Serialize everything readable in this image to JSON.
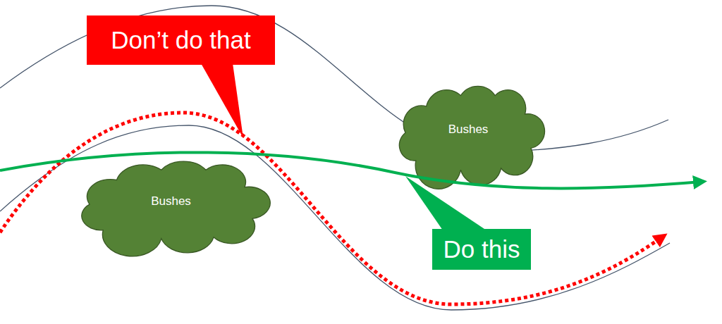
{
  "diagram": {
    "nodes": [
      {
        "text": [
          "Don’t do that"
        ]
      },
      {
        "text": [
          "Bushes"
        ]
      },
      {
        "text": [
          "Bushes"
        ]
      },
      {
        "text": [
          "Do this"
        ]
      }
    ]
  }
}
